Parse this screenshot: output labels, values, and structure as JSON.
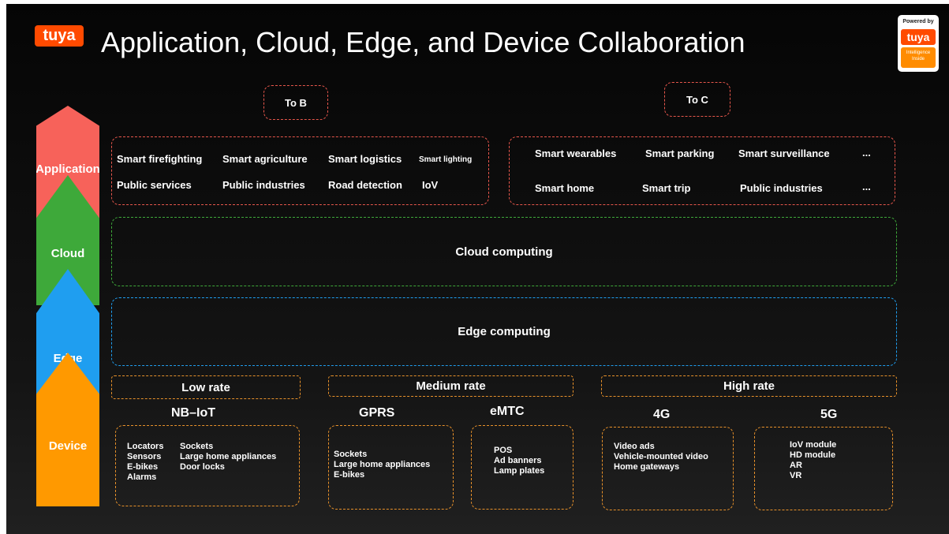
{
  "header": {
    "logo_text": "tuya",
    "title": "Application, Cloud, Edge, and Device Collaboration",
    "badge": {
      "powered_by": "Powered by",
      "logo": "tuya",
      "sub": "Intelligence Inside"
    }
  },
  "layers": {
    "application": "Application",
    "cloud": "Cloud",
    "edge": "Edge",
    "device": "Device"
  },
  "to_b": {
    "label": "To B",
    "row1": [
      "Smart firefighting",
      "Smart agriculture",
      "Smart logistics",
      "Smart lighting"
    ],
    "row2": [
      "Public services",
      "Public industries",
      "Road detection",
      "IoV"
    ]
  },
  "to_c": {
    "label": "To C",
    "row1": [
      "Smart wearables",
      "Smart parking",
      "Smart surveillance",
      "..."
    ],
    "row2": [
      "Smart home",
      "Smart trip",
      "Public industries",
      "..."
    ]
  },
  "cloud_computing": "Cloud computing",
  "edge_computing": "Edge computing",
  "rates": {
    "low": "Low rate",
    "medium": "Medium rate",
    "high": "High rate"
  },
  "techs": {
    "nbiot": "NB–IoT",
    "gprs": "GPRS",
    "emtc": "eMTC",
    "g4": "4G",
    "g5": "5G"
  },
  "devices": {
    "nbiot_col1": [
      "Locators",
      "Sensors",
      "E-bikes",
      "Alarms"
    ],
    "nbiot_col2": [
      "Sockets",
      "Large home appliances",
      "Door locks"
    ],
    "gprs": [
      "Sockets",
      "Large home appliances",
      "E-bikes"
    ],
    "emtc": [
      "POS",
      "Ad banners",
      "Lamp plates"
    ],
    "g4": [
      "Video ads",
      "Vehicle-mounted video",
      "Home gateways"
    ],
    "g5": [
      "IoV module",
      "HD module",
      "AR",
      "VR"
    ]
  },
  "colors": {
    "application": "#f7625a",
    "cloud": "#3ea93a",
    "edge": "#1f9ef0",
    "device": "#ff9900",
    "brand": "#ff4a00"
  }
}
